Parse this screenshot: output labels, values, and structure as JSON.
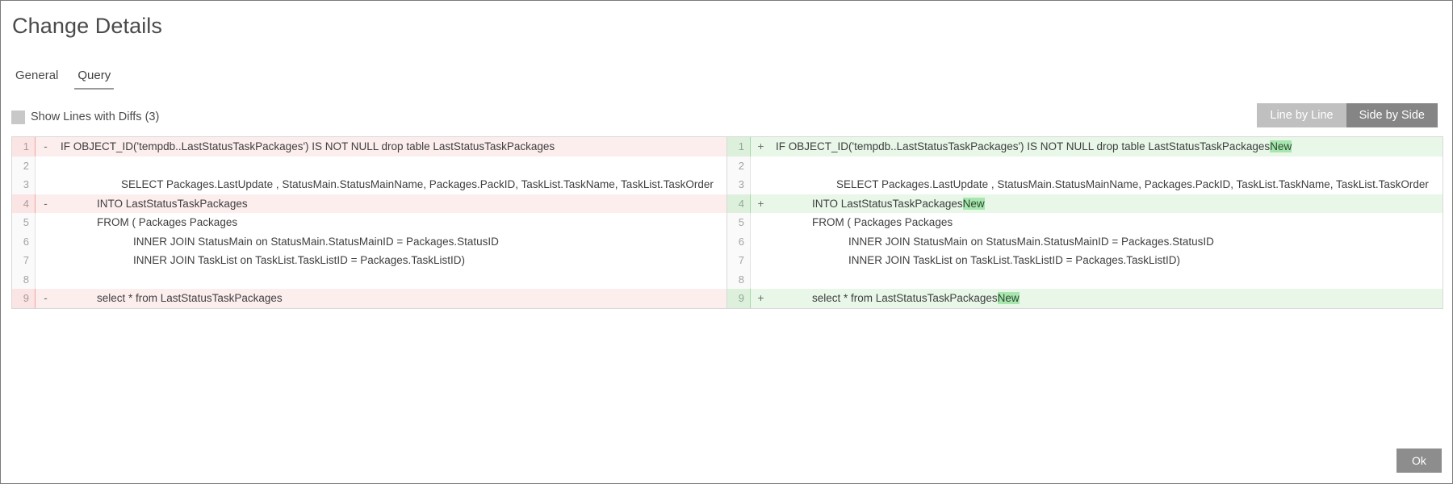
{
  "window": {
    "title": "Change Details"
  },
  "tabs": [
    {
      "label": "General",
      "active": false
    },
    {
      "label": "Query",
      "active": true
    }
  ],
  "options": {
    "show_diffs_label": "Show Lines with Diffs (3)",
    "show_diffs_checked": false
  },
  "view_toggle": {
    "line_by_line_label": "Line by Line",
    "side_by_side_label": "Side by Side",
    "selected": "Side by Side"
  },
  "colors": {
    "deleted_bg": "#fdeeee",
    "added_bg": "#e8f7e8",
    "added_highlight": "#a8e6b0",
    "toggle_active": "#858585",
    "toggle_inactive": "#c0c0c0",
    "ok_button": "#8d8d8d"
  },
  "diff": {
    "left": [
      {
        "num": "1",
        "marker": "-",
        "type": "del",
        "indent": 0,
        "text": "IF OBJECT_ID('tempdb..LastStatusTaskPackages') IS NOT NULL drop table LastStatusTaskPackages",
        "highlight": ""
      },
      {
        "num": "2",
        "marker": "",
        "type": "ctx",
        "indent": 0,
        "text": "",
        "highlight": ""
      },
      {
        "num": "3",
        "marker": "",
        "type": "ctx",
        "indent": 4,
        "text": "SELECT Packages.LastUpdate , StatusMain.StatusMainName, Packages.PackID, TaskList.TaskName, TaskList.TaskOrder",
        "highlight": ""
      },
      {
        "num": "4",
        "marker": "-",
        "type": "del",
        "indent": 2,
        "text": "INTO LastStatusTaskPackages",
        "highlight": ""
      },
      {
        "num": "5",
        "marker": "",
        "type": "ctx",
        "indent": 2,
        "text": "FROM ( Packages Packages",
        "highlight": ""
      },
      {
        "num": "6",
        "marker": "",
        "type": "ctx",
        "indent": 5,
        "text": "INNER JOIN  StatusMain on StatusMain.StatusMainID = Packages.StatusID",
        "highlight": ""
      },
      {
        "num": "7",
        "marker": "",
        "type": "ctx",
        "indent": 5,
        "text": "INNER JOIN  TaskList on TaskList.TaskListID = Packages.TaskListID)",
        "highlight": ""
      },
      {
        "num": "8",
        "marker": "",
        "type": "ctx",
        "indent": 0,
        "text": "",
        "highlight": ""
      },
      {
        "num": "9",
        "marker": "-",
        "type": "del",
        "indent": 2,
        "text": "select * from LastStatusTaskPackages",
        "highlight": ""
      }
    ],
    "right": [
      {
        "num": "1",
        "marker": "+",
        "type": "add",
        "indent": 0,
        "text": "IF OBJECT_ID('tempdb..LastStatusTaskPackages') IS NOT NULL drop table LastStatusTaskPackages",
        "highlight": "New"
      },
      {
        "num": "2",
        "marker": "",
        "type": "ctx",
        "indent": 0,
        "text": "",
        "highlight": ""
      },
      {
        "num": "3",
        "marker": "",
        "type": "ctx",
        "indent": 4,
        "text": "SELECT Packages.LastUpdate , StatusMain.StatusMainName, Packages.PackID, TaskList.TaskName, TaskList.TaskOrder",
        "highlight": ""
      },
      {
        "num": "4",
        "marker": "+",
        "type": "add",
        "indent": 2,
        "text": "INTO LastStatusTaskPackages",
        "highlight": "New"
      },
      {
        "num": "5",
        "marker": "",
        "type": "ctx",
        "indent": 2,
        "text": "FROM ( Packages Packages",
        "highlight": ""
      },
      {
        "num": "6",
        "marker": "",
        "type": "ctx",
        "indent": 5,
        "text": "INNER JOIN  StatusMain on StatusMain.StatusMainID = Packages.StatusID",
        "highlight": ""
      },
      {
        "num": "7",
        "marker": "",
        "type": "ctx",
        "indent": 5,
        "text": "INNER JOIN  TaskList on TaskList.TaskListID = Packages.TaskListID)",
        "highlight": ""
      },
      {
        "num": "8",
        "marker": "",
        "type": "ctx",
        "indent": 0,
        "text": "",
        "highlight": ""
      },
      {
        "num": "9",
        "marker": "+",
        "type": "add",
        "indent": 2,
        "text": "select * from LastStatusTaskPackages",
        "highlight": "New"
      }
    ]
  },
  "footer": {
    "ok_label": "Ok"
  }
}
